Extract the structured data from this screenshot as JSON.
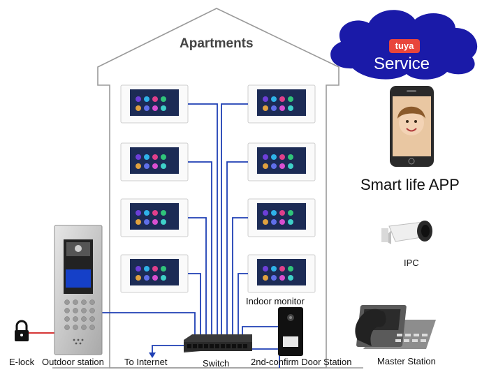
{
  "building": {
    "title": "Apartments"
  },
  "cloud": {
    "badge": "tuya",
    "service": "Service"
  },
  "app": {
    "label": "Smart life APP"
  },
  "ipc": {
    "label": "IPC"
  },
  "labels": {
    "indoor_monitor": "Indoor monitor",
    "elock": "E-lock",
    "outdoor_station": "Outdoor station",
    "internet": "To Internet",
    "switch": "Switch",
    "door_station": "2nd-confirm Door Station",
    "master_station": "Master Station"
  },
  "colors": {
    "wire": "#1e3fb4",
    "cloud": "#1a1aa8",
    "elock_wire": "#d11a1a",
    "badge": "#e8453c",
    "house_outline": "#9a9a9a"
  },
  "icons": [
    "padlock-icon",
    "cloud-icon",
    "smartphone-icon",
    "camera-icon",
    "telephone-icon",
    "network-switch-icon"
  ]
}
